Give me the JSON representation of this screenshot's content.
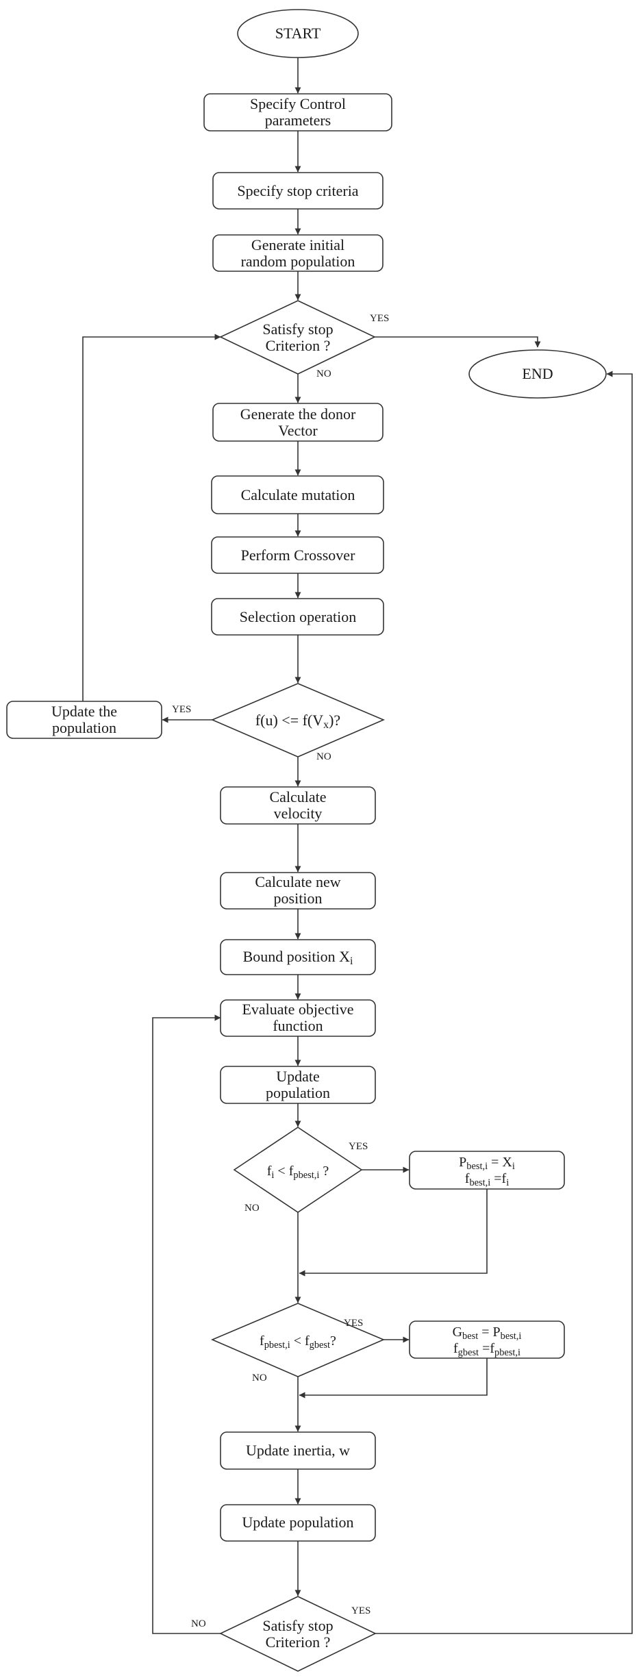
{
  "nodes": {
    "start": {
      "lines": [
        "START"
      ]
    },
    "specify_params": {
      "lines": [
        "Specify Control",
        "parameters"
      ]
    },
    "specify_stop": {
      "lines": [
        "Specify stop criteria"
      ]
    },
    "generate_pop": {
      "lines": [
        "Generate initial",
        "random population"
      ]
    },
    "satisfy_stop_1": {
      "lines": [
        "Satisfy stop",
        "Criterion ?"
      ]
    },
    "end": {
      "lines": [
        "END"
      ]
    },
    "donor": {
      "lines": [
        "Generate the donor",
        "Vector"
      ]
    },
    "mutation": {
      "lines": [
        "Calculate mutation"
      ]
    },
    "crossover": {
      "lines": [
        "Perform Crossover"
      ]
    },
    "selection": {
      "lines": [
        "Selection operation"
      ]
    },
    "fu_check": {
      "rich": [
        [
          {
            "t": "f(u) <= f(V"
          },
          {
            "t": "x",
            "sub": true
          },
          {
            "t": ")?"
          }
        ]
      ]
    },
    "update_the_pop": {
      "lines": [
        "Update the",
        "population"
      ]
    },
    "velocity": {
      "lines": [
        "Calculate",
        "velocity"
      ]
    },
    "new_position": {
      "lines": [
        "Calculate new",
        "position"
      ]
    },
    "bound_position": {
      "rich": [
        [
          {
            "t": "Bound position X"
          },
          {
            "t": "i",
            "sub": true
          }
        ]
      ]
    },
    "evaluate": {
      "lines": [
        "Evaluate objective",
        "function"
      ]
    },
    "update_pop_1": {
      "lines": [
        "Update",
        "population"
      ]
    },
    "fi_check": {
      "rich": [
        [
          {
            "t": "f"
          },
          {
            "t": "i",
            "sub": true
          },
          {
            "t": " < f"
          },
          {
            "t": "pbest,i",
            "sub": true
          },
          {
            "t": " ?"
          }
        ]
      ]
    },
    "pbest_assign": {
      "rich": [
        [
          {
            "t": "P"
          },
          {
            "t": "best,i",
            "sub": true
          },
          {
            "t": " = X"
          },
          {
            "t": "i",
            "sub": true
          }
        ],
        [
          {
            "t": "f"
          },
          {
            "t": "best,i",
            "sub": true
          },
          {
            "t": " =f"
          },
          {
            "t": "i",
            "sub": true
          }
        ]
      ]
    },
    "gbest_check": {
      "rich": [
        [
          {
            "t": "f"
          },
          {
            "t": "pbest,i",
            "sub": true
          },
          {
            "t": " < f"
          },
          {
            "t": "gbest",
            "sub": true
          },
          {
            "t": "?"
          }
        ]
      ]
    },
    "gbest_assign": {
      "rich": [
        [
          {
            "t": "G"
          },
          {
            "t": "best",
            "sub": true
          },
          {
            "t": " = P"
          },
          {
            "t": "best,i",
            "sub": true
          }
        ],
        [
          {
            "t": "f"
          },
          {
            "t": "gbest",
            "sub": true
          },
          {
            "t": " =f"
          },
          {
            "t": "pbest,i",
            "sub": true
          }
        ]
      ]
    },
    "update_inertia": {
      "lines": [
        "Update inertia, w"
      ]
    },
    "update_pop_2": {
      "lines": [
        "Update population"
      ]
    },
    "satisfy_stop_2": {
      "lines": [
        "Satisfy stop",
        "Criterion ?"
      ]
    }
  },
  "edge_labels": {
    "stop1_yes": "YES",
    "stop1_no": "NO",
    "fu_yes": "YES",
    "fu_no": "NO",
    "fi_yes": "YES",
    "fi_no": "NO",
    "gbest_yes": "YES",
    "gbest_no": "NO",
    "stop2_yes": "YES",
    "stop2_no": "NO"
  }
}
